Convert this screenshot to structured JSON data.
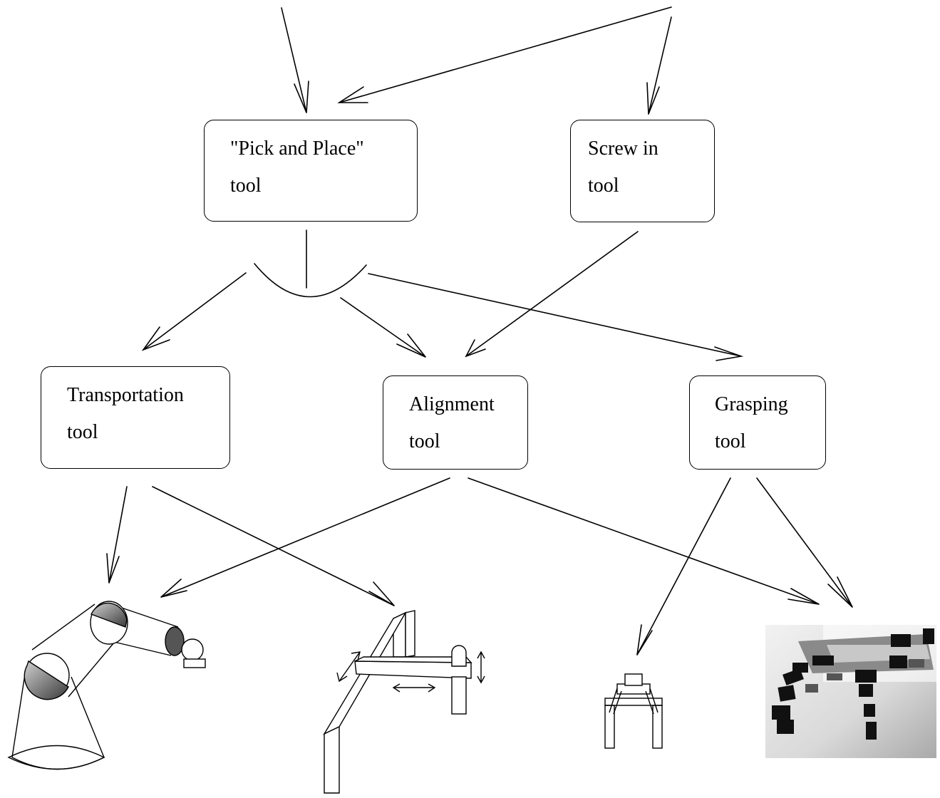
{
  "nodes": {
    "pick_place": {
      "line1": "\"Pick and Place\"",
      "line2": "tool"
    },
    "screw_in": {
      "line1": "Screw in",
      "line2": "tool"
    },
    "transportation": {
      "line1": "Transportation",
      "line2": "tool"
    },
    "alignment": {
      "line1": "Alignment",
      "line2": "tool"
    },
    "grasping": {
      "line1": "Grasping",
      "line2": "tool"
    }
  },
  "devices": [
    {
      "icon": "robot-arm-icon"
    },
    {
      "icon": "gantry-robot-icon"
    },
    {
      "icon": "parallel-gripper-icon"
    },
    {
      "icon": "robot-hand-photo"
    }
  ],
  "colors": {
    "stroke": "#000000",
    "background": "#ffffff",
    "shading": "#555555"
  }
}
